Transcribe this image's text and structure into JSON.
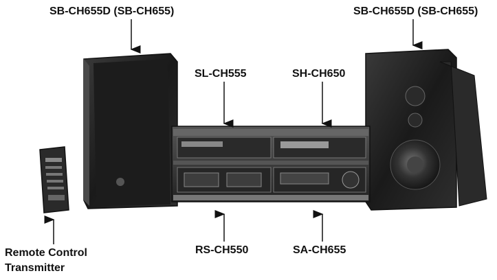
{
  "labels": {
    "speaker_left": "SB-CH655D (SB-CH655)",
    "speaker_right": "SB-CH655D (SB-CH655)",
    "cd_player": "SL-CH555",
    "tuner": "SH-CH650",
    "cassette_deck": "RS-CH550",
    "amplifier": "SA-CH655",
    "remote_line1": "Remote Control",
    "remote_line2": "Transmitter"
  }
}
